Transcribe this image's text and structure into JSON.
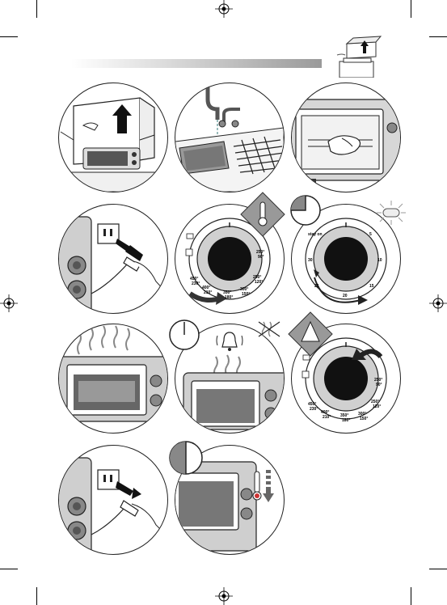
{
  "knob_temperature": {
    "top_right": [
      "250°",
      "90°"
    ],
    "right": [
      "250°",
      "120°"
    ],
    "bottom_right": [
      "300°",
      "150°"
    ],
    "bottom": [
      "350°",
      "180°"
    ],
    "left": [
      "400°",
      "210°"
    ],
    "far_left": [
      "450°",
      "230°"
    ]
  },
  "knob_timer": {
    "stay_on": "stay on",
    "five": "5",
    "ten": "10",
    "fifteen": "15",
    "twenty": "20",
    "twenty_five": "25",
    "thirty": "30"
  },
  "knob_temperature_repeat": {
    "top_right": [
      "250°",
      "90°"
    ],
    "right": [
      "250°",
      "120°"
    ],
    "bottom_right": [
      "300°",
      "150°"
    ],
    "bottom": [
      "350°",
      "180°"
    ],
    "left": [
      "400°",
      "210°"
    ],
    "far_left": [
      "450°",
      "230°"
    ]
  },
  "colors": {
    "banner_dark": "#9a9a9a",
    "ink": "#222222",
    "steel": "#cfcfcf"
  }
}
